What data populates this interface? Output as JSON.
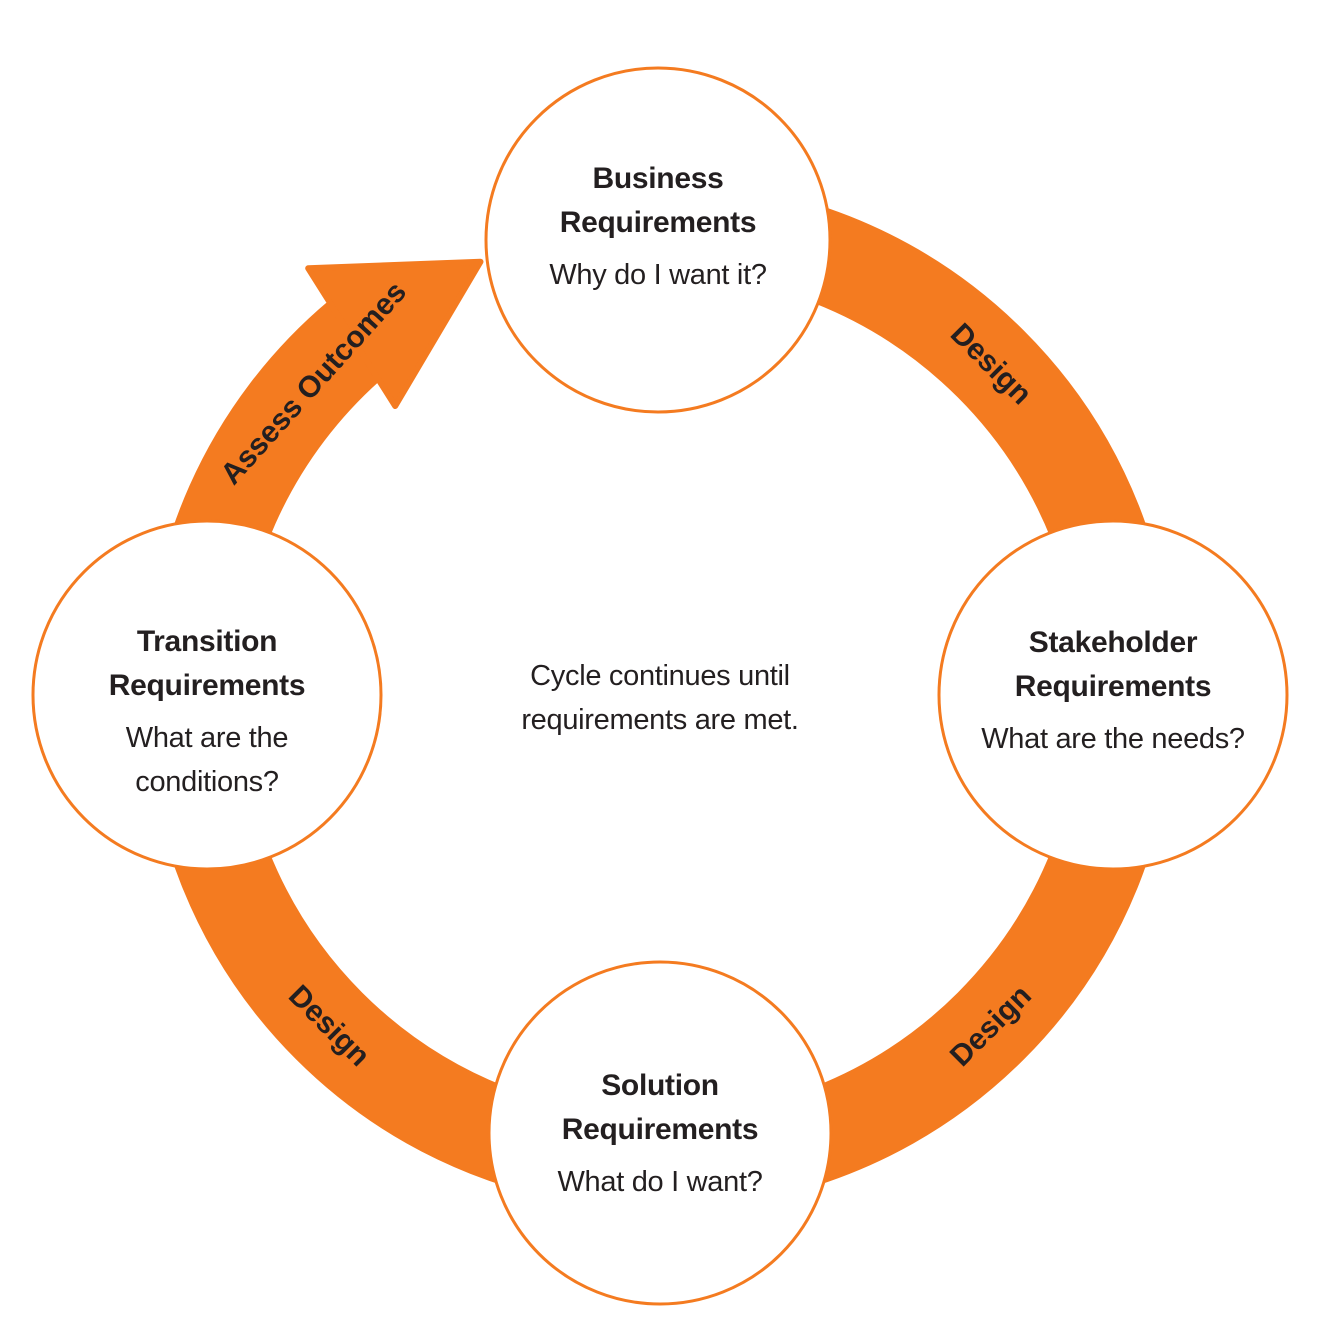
{
  "diagram": {
    "type": "cycle",
    "accent_color": "#F47B20",
    "text_color": "#231F20",
    "center_note": "Cycle continues until requirements are met.",
    "nodes": [
      {
        "id": "business",
        "title_line1": "Business",
        "title_line2": "Requirements",
        "question": "Why do I want it?"
      },
      {
        "id": "stakeholder",
        "title_line1": "Stakeholder",
        "title_line2": "Requirements",
        "question": "What are the needs?"
      },
      {
        "id": "solution",
        "title_line1": "Solution",
        "title_line2": "Requirements",
        "question": "What do I want?"
      },
      {
        "id": "transition",
        "title_line1": "Transition",
        "title_line2": "Requirements",
        "question": "What are the conditions?"
      }
    ],
    "edges": [
      {
        "from": "business",
        "to": "stakeholder",
        "label": "Design"
      },
      {
        "from": "stakeholder",
        "to": "solution",
        "label": "Design"
      },
      {
        "from": "solution",
        "to": "transition",
        "label": "Design"
      },
      {
        "from": "transition",
        "to": "business",
        "label": "Assess Outcomes",
        "arrow": true
      }
    ]
  }
}
